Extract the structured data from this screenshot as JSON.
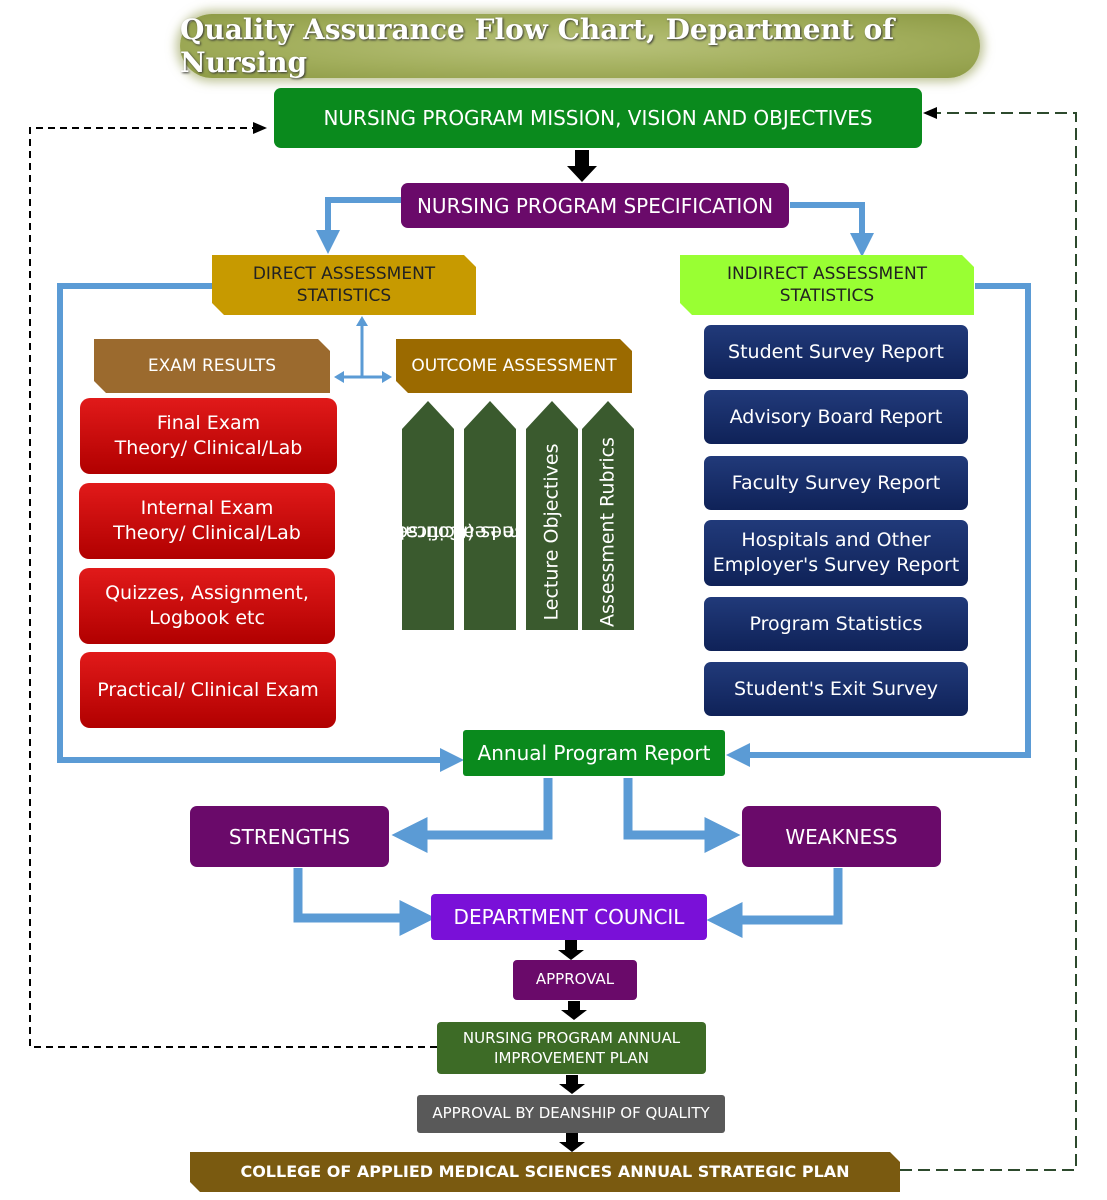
{
  "title": "Quality Assurance Flow Chart, Department of Nursing",
  "mission": "NURSING PROGRAM MISSION, VISION AND OBJECTIVES",
  "specification": "NURSING PROGRAM SPECIFICATION",
  "direct": {
    "line1": "DIRECT ASSESSMENT",
    "line2": "STATISTICS"
  },
  "indirect": {
    "line1": "INDIRECT ASSESSMENT",
    "line2": "STATISTICS"
  },
  "exam_results": "EXAM RESULTS",
  "outcome_assessment": "OUTCOME ASSESSMENT",
  "exam_items": [
    {
      "line1": "Final Exam",
      "line2": "Theory/ Clinical/Lab"
    },
    {
      "line1": "Internal Exam",
      "line2": "Theory/ Clinical/Lab"
    },
    {
      "line1": "Quizzes, Assignment,",
      "line2": "Logbook etc"
    },
    {
      "line1": "Practical/ Clinical Exam",
      "line2": ""
    }
  ],
  "outcome_items": [
    {
      "line1": "Course",
      "line2": "Specification"
    },
    {
      "line1": "Course Learning",
      "line2": "Outcomes (CLO's)"
    },
    {
      "line1": "Lecture Objectives",
      "line2": ""
    },
    {
      "line1": "Assessment Rubrics",
      "line2": ""
    }
  ],
  "indirect_items": [
    {
      "line1": "Student Survey Report",
      "line2": ""
    },
    {
      "line1": "Advisory Board Report",
      "line2": ""
    },
    {
      "line1": "Faculty Survey Report",
      "line2": ""
    },
    {
      "line1": "Hospitals and Other",
      "line2": "Employer's Survey Report"
    },
    {
      "line1": "Program Statistics",
      "line2": ""
    },
    {
      "line1": "Student's Exit Survey",
      "line2": ""
    }
  ],
  "annual_report": "Annual Program Report",
  "strengths": "STRENGTHS",
  "weakness": "WEAKNESS",
  "department_council": "DEPARTMENT COUNCIL",
  "approval": "APPROVAL",
  "improvement_plan": {
    "line1": "NURSING PROGRAM ANNUAL",
    "line2": "IMPROVEMENT PLAN"
  },
  "deanship_approval": "APPROVAL BY DEANSHIP OF QUALITY",
  "strategic_plan": "COLLEGE OF APPLIED MEDICAL SCIENCES ANNUAL STRATEGIC PLAN",
  "colors": {
    "green": "#0a8a1d",
    "purple": "#6a0a6a",
    "gold": "#c79a00",
    "lime": "#99ff33",
    "brown": "#9b6a2e",
    "red": "#cc0000",
    "dark_green": "#3a5a2e",
    "navy": "#14296a",
    "violet": "#7a10d8",
    "olive": "#7a5a10",
    "grey": "#595959",
    "blue_arrow": "#5b9bd5"
  }
}
